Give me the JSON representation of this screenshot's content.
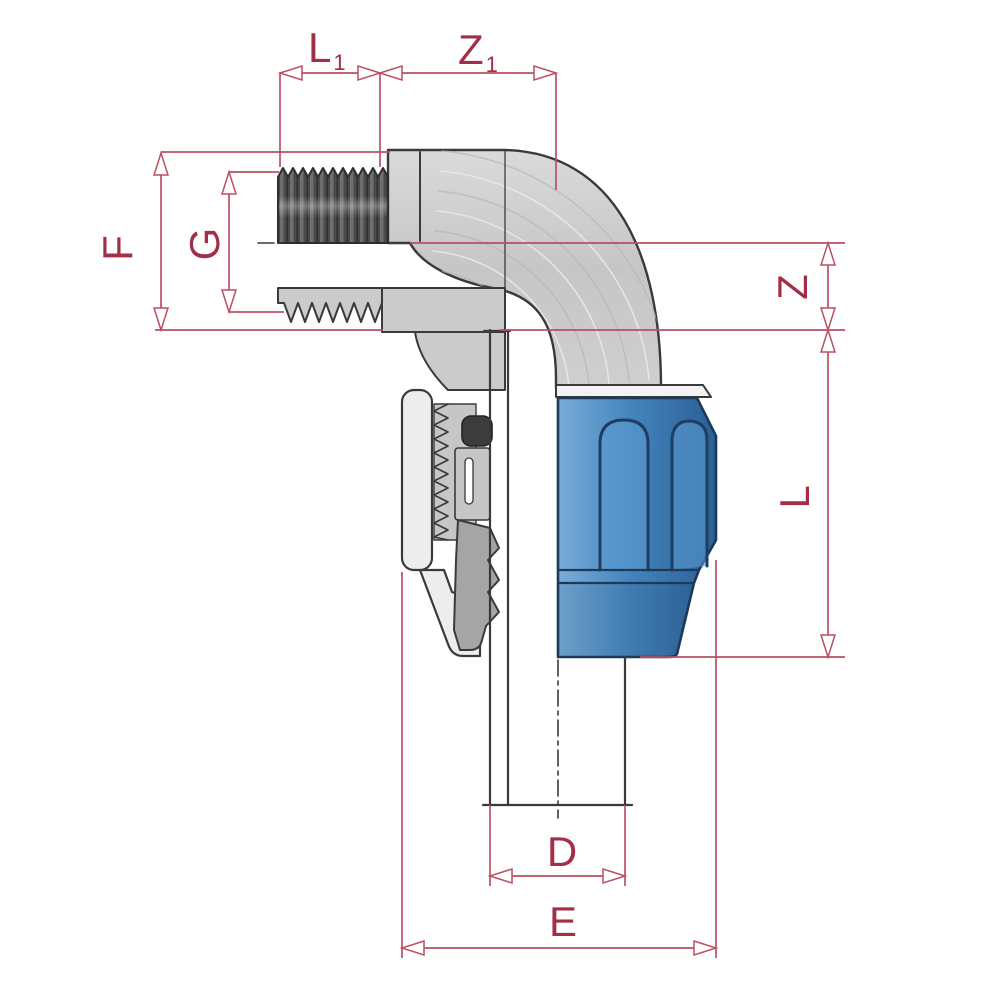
{
  "drawing": {
    "type": "technical-dimension-drawing",
    "subject": "90-degree elbow compression pipe fitting, half-section view",
    "colors": {
      "dimension_line": "#bb4f63",
      "label_text": "#a32e46",
      "outline": "#3a3a3a",
      "body_gray": "#cbcbcb",
      "thread_dark": "#4f4f4f",
      "nut_blue": "#3f7fb5",
      "background": "#ffffff"
    },
    "labels": {
      "l1": {
        "main": "L",
        "sub": "1"
      },
      "z1": {
        "main": "Z",
        "sub": "1"
      },
      "f": {
        "main": "F"
      },
      "g": {
        "main": "G"
      },
      "z": {
        "main": "Z"
      },
      "l": {
        "main": "L"
      },
      "d": {
        "main": "D"
      },
      "e": {
        "main": "E"
      }
    }
  }
}
